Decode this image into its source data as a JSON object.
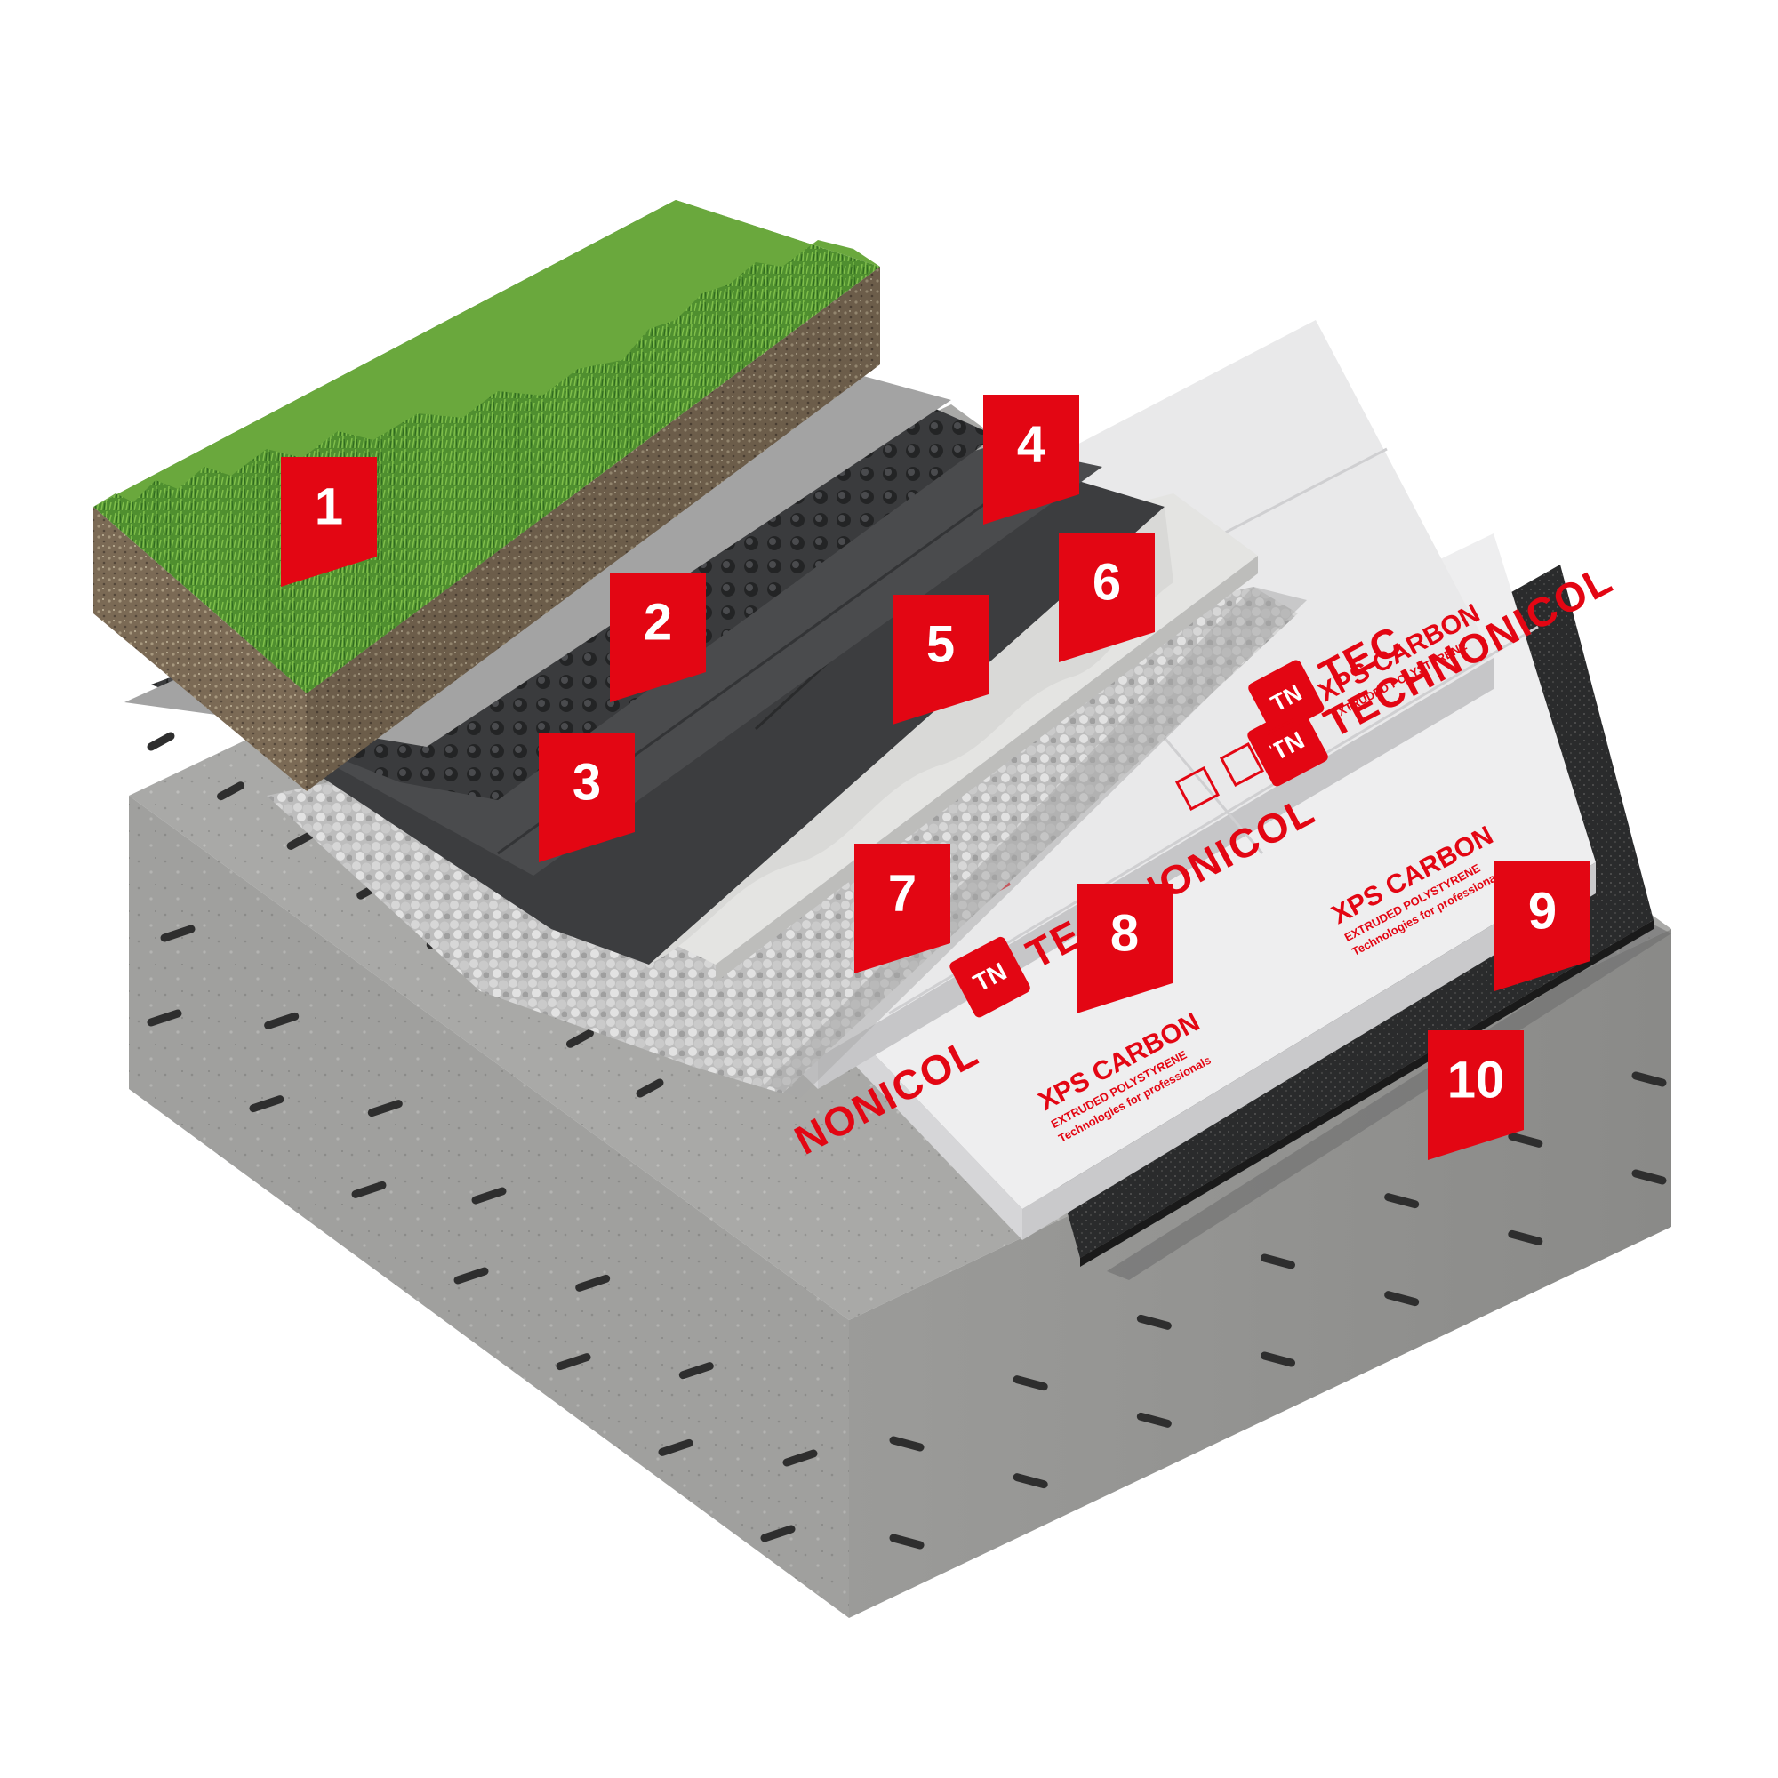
{
  "colors": {
    "accent": "#e30613",
    "grass": "#4f8f2f",
    "soil": "#7b6a55",
    "concrete": "#a9a9a7",
    "membrane_dark": "#3c3d3f",
    "xps": "#e9e9ea"
  },
  "brand": {
    "name": "TECHNONICOL",
    "name_fragment_front": "NONICOL",
    "name_fragment_top": "TEC",
    "logo_letters": "TN",
    "product": "XPS CARBON",
    "product_sub": "EXTRUDED POLYSTYRENE",
    "tagline": "Technologies for professionals"
  },
  "callouts": [
    {
      "label": "1"
    },
    {
      "label": "2"
    },
    {
      "label": "3"
    },
    {
      "label": "4"
    },
    {
      "label": "5"
    },
    {
      "label": "6"
    },
    {
      "label": "7"
    },
    {
      "label": "8"
    },
    {
      "label": "9"
    },
    {
      "label": "10"
    }
  ]
}
